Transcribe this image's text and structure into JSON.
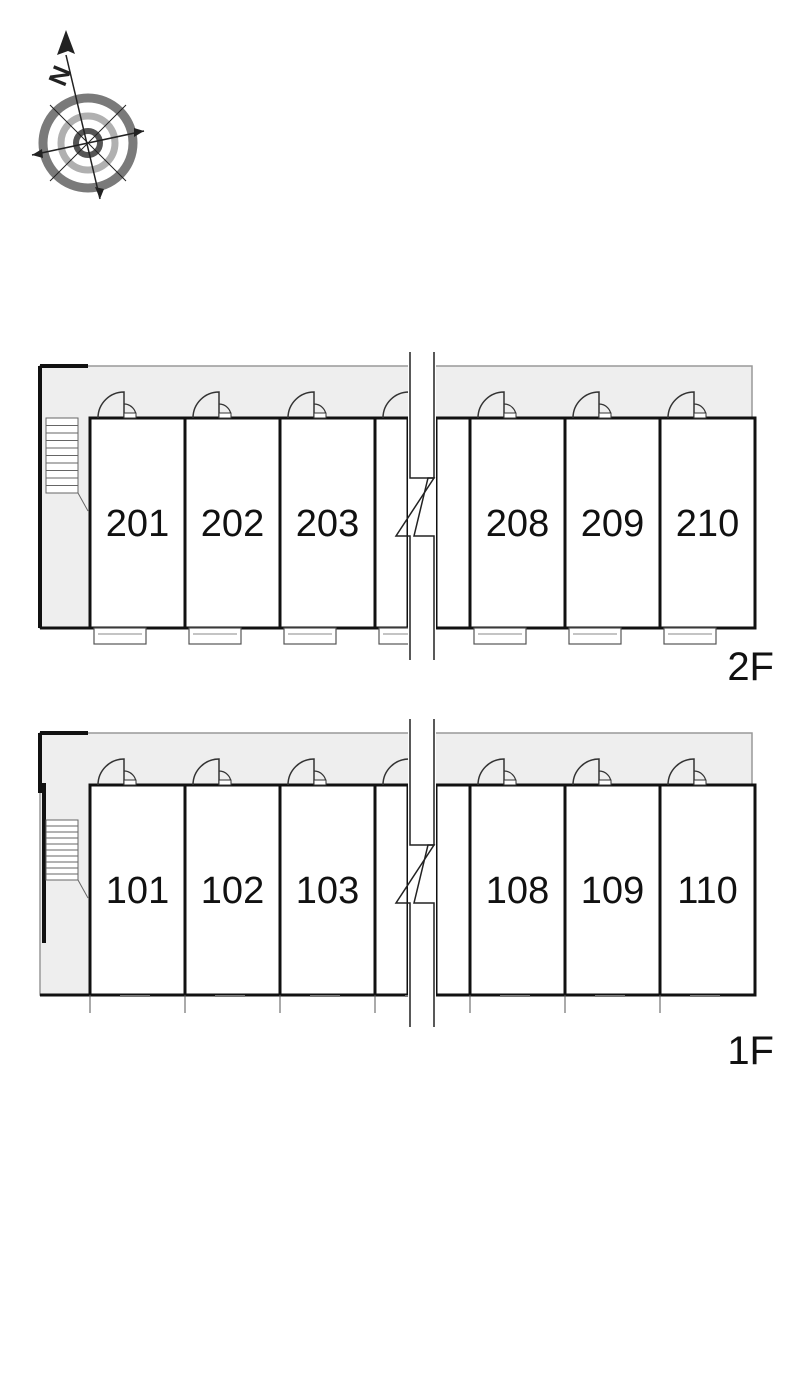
{
  "compass": {
    "north_label": "N",
    "icon": "compass-rose-icon"
  },
  "floors": [
    {
      "label": "2F",
      "units": [
        "201",
        "202",
        "203",
        "208",
        "209",
        "210"
      ],
      "corridor_color": "#eeeeee"
    },
    {
      "label": "1F",
      "units": [
        "101",
        "102",
        "103",
        "108",
        "109",
        "110"
      ],
      "corridor_color": "#eeeeee"
    }
  ]
}
